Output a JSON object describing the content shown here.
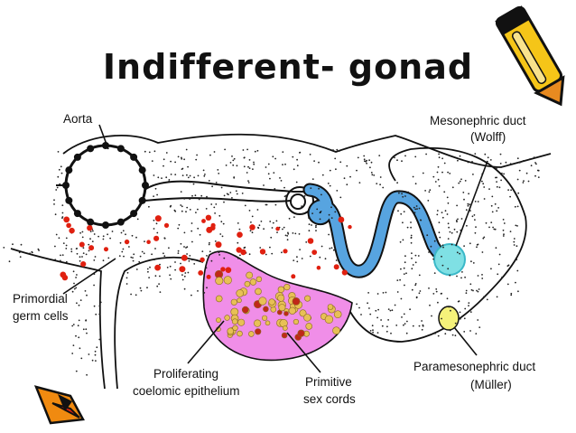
{
  "title": "Indifferent- gonad",
  "labels": {
    "aorta": "Aorta",
    "mesonephric_1": "Mesonephric duct",
    "mesonephric_2": "(Wolff)",
    "primordial_1": "Primordial",
    "primordial_2": "germ cells",
    "proliferating_1": "Proliferating",
    "proliferating_2": "coelomic epithelium",
    "primitive_1": "Primitive",
    "primitive_2": "sex cords",
    "paramesonephric_1": "Paramesonephric duct",
    "paramesonephric_2": "(Müller)"
  },
  "colors": {
    "epithelium": "#f08ee8",
    "wolffian_duct": "#57a4e0",
    "mesonephric_duct": "#7fe0e4",
    "paramesonephric_duct": "#f5f27a",
    "germ_cells": "#e02010",
    "sex_cords": "#e8c055",
    "pencil": "#f5c518"
  },
  "icons": [
    "pencil-clipart-icon",
    "pencil-tip-clipart-icon"
  ]
}
